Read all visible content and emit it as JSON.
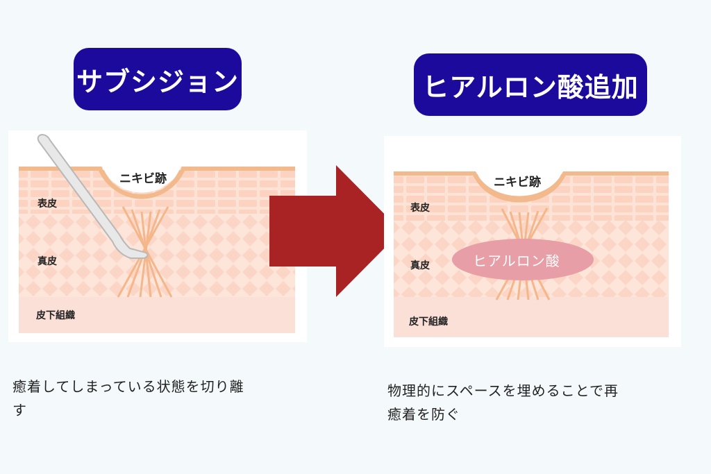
{
  "titles": {
    "left": "サブシジョン",
    "right": "ヒアルロン酸追加"
  },
  "left_panel": {
    "scar_label": "ニキビ跡",
    "epidermis_label": "表皮",
    "dermis_label": "真皮",
    "subcutis_label": "皮下組織",
    "tool_icon": "subcision-needle-icon"
  },
  "right_panel": {
    "scar_label": "ニキビ跡",
    "epidermis_label": "表皮",
    "dermis_label": "真皮",
    "subcutis_label": "皮下組織",
    "filler_label": "ヒアルロン酸"
  },
  "arrow_icon": "right-arrow-icon",
  "captions": {
    "left_line1": "癒着してしまっている状態を切り離",
    "left_line2": "す",
    "right_line1": "物理的にスペースを埋めることで再",
    "right_line2": "癒着を防ぐ"
  },
  "colors": {
    "title_bg": "#1b0a9c",
    "arrow": "#a92324",
    "skin_border": "#f2b98c",
    "filler": "#e79ea6"
  }
}
